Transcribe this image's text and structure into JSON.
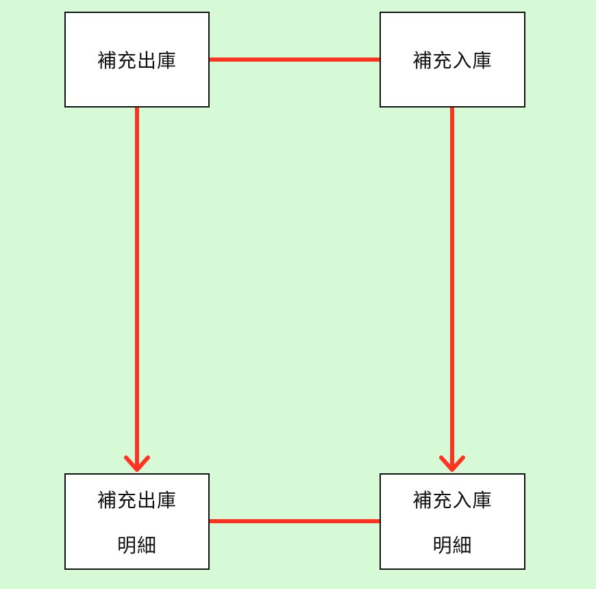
{
  "colors": {
    "background": "#d5fad5",
    "connector": "#ff3322",
    "box_fill": "#ffffff",
    "box_border": "#111111"
  },
  "nodes": {
    "top_left": {
      "line1": "補充出庫"
    },
    "top_right": {
      "line1": "補充入庫"
    },
    "bottom_left": {
      "line1": "補充出庫",
      "line2": "明細"
    },
    "bottom_right": {
      "line1": "補充入庫",
      "line2": "明細"
    }
  },
  "connections": [
    {
      "from": "top_left",
      "to": "top_right",
      "kind": "line"
    },
    {
      "from": "bottom_left",
      "to": "bottom_right",
      "kind": "line"
    },
    {
      "from": "top_left",
      "to": "bottom_left",
      "kind": "arrow"
    },
    {
      "from": "top_right",
      "to": "bottom_right",
      "kind": "arrow"
    }
  ]
}
